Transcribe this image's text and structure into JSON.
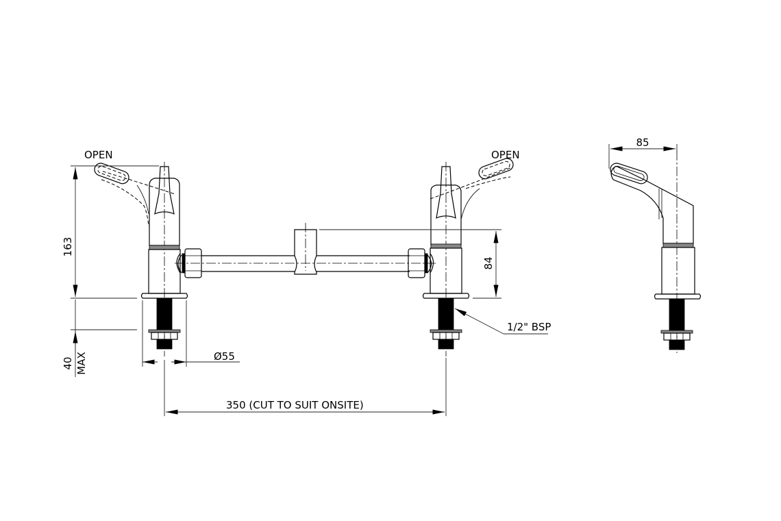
{
  "drawing": {
    "title": "Hob mounted tap set with bridging pipe - dimensional drawing",
    "labels": {
      "open_left": "OPEN",
      "open_right": "OPEN",
      "height_total": "163",
      "height_outlet": "84",
      "side_reach": "85",
      "max_thickness_value": "40",
      "max_thickness_suffix": "MAX",
      "flange_diameter": "Ø55",
      "thread_spec": "1/2\" BSP",
      "centres": "350 (CUT TO SUIT ONSITE)"
    },
    "views": [
      {
        "name": "front-view-left-tap"
      },
      {
        "name": "front-view-right-tap"
      },
      {
        "name": "bridging-pipe"
      },
      {
        "name": "side-view-tap"
      }
    ],
    "colors": {
      "line": "#000000",
      "background": "#ffffff"
    }
  }
}
